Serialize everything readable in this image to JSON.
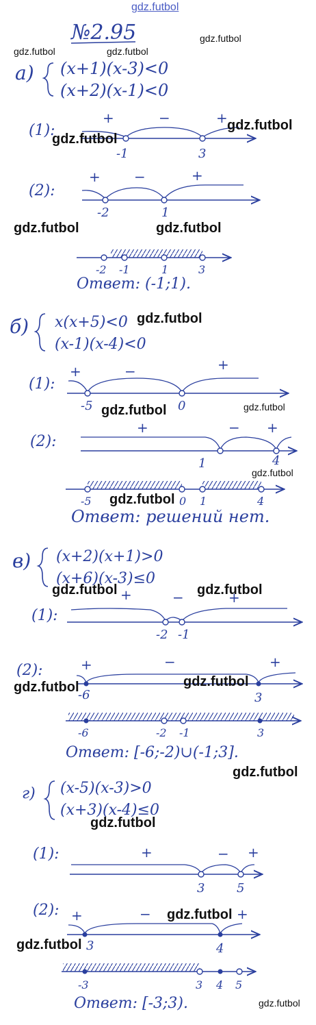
{
  "watermark": "gdz.futbol",
  "problem_number": "№2.95",
  "parts": [
    {
      "label": "а)",
      "ineq1": "(x+1)(x-3)<0",
      "ineq2": "(x+2)(x-1)<0",
      "line1": {
        "step": "(1):",
        "points": [
          "-1",
          "3"
        ],
        "signs": [
          "+",
          "−",
          "+"
        ]
      },
      "line2": {
        "step": "(2):",
        "points": [
          "-2",
          "1"
        ],
        "signs": [
          "+",
          "−",
          "+"
        ]
      },
      "line3": {
        "points": [
          "-2",
          "-1",
          "1",
          "3"
        ]
      },
      "answer": "Ответ: (-1;1)."
    },
    {
      "label": "б)",
      "ineq1": "x(x+5)<0",
      "ineq2": "(x-1)(x-4)<0",
      "line1": {
        "step": "(1):",
        "points": [
          "-5",
          "0"
        ],
        "signs": [
          "+",
          "−",
          "+"
        ]
      },
      "line2": {
        "step": "(2):",
        "points": [
          "1",
          "4"
        ],
        "signs": [
          "+",
          "−",
          "+"
        ]
      },
      "line3": {
        "points": [
          "-5",
          "0",
          "1",
          "4"
        ]
      },
      "answer": "Ответ: решений нет."
    },
    {
      "label": "в)",
      "ineq1": "(x+2)(x+1)>0",
      "ineq2": "(x+6)(x-3)≤0",
      "line1": {
        "step": "(1):",
        "points": [
          "-2",
          "-1"
        ],
        "signs": [
          "+",
          "−",
          "+"
        ]
      },
      "line2": {
        "step": "(2):",
        "points": [
          "-6",
          "3"
        ],
        "signs": [
          "+",
          "−",
          "+"
        ]
      },
      "line3": {
        "points": [
          "-6",
          "-2",
          "-1",
          "3"
        ]
      },
      "answer": "Ответ: [-6;-2)∪(-1;3]."
    },
    {
      "label": "г)",
      "ineq1": "(x-5)(x-3)>0",
      "ineq2": "(x+3)(x-4)≤0",
      "line1": {
        "step": "(1):",
        "points": [
          "3",
          "5"
        ],
        "signs": [
          "+",
          "−",
          "+"
        ]
      },
      "line2": {
        "step": "(2):",
        "points": [
          "3",
          "4"
        ],
        "signs": [
          "+",
          "−",
          "+"
        ]
      },
      "line3": {
        "points": [
          "-3",
          "3",
          "4",
          "5"
        ]
      },
      "answer": "Ответ: [-3;3)."
    }
  ]
}
